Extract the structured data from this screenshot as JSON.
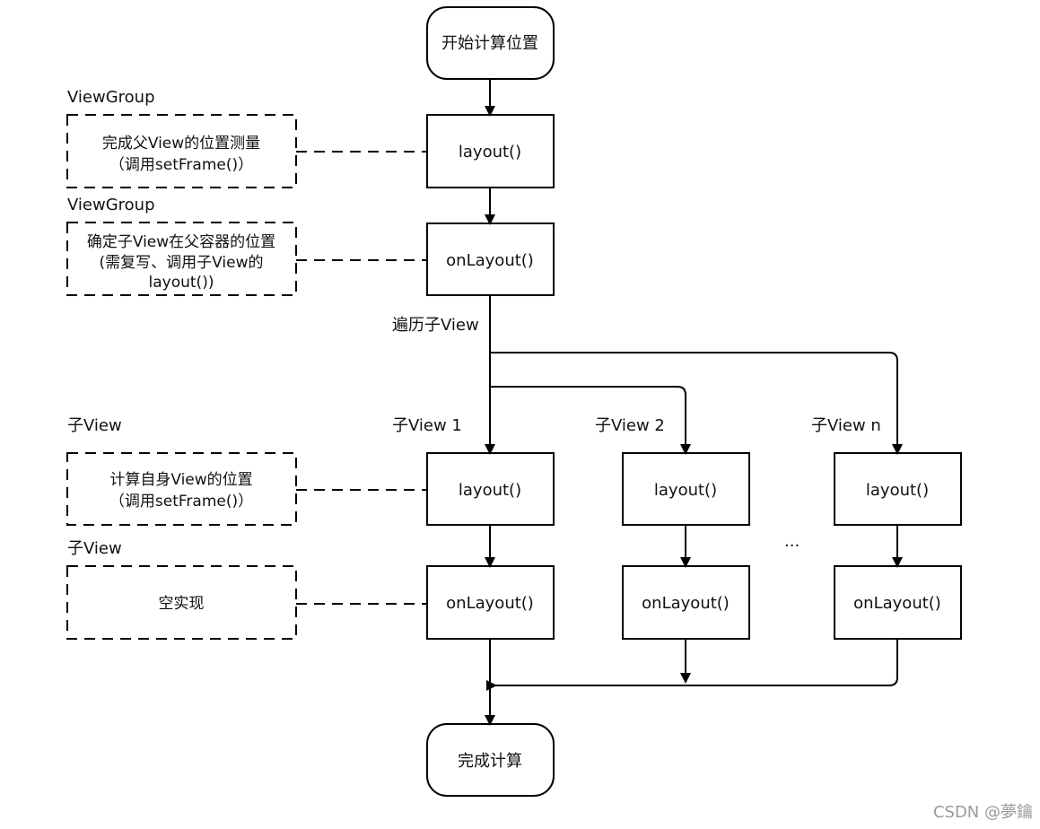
{
  "nodes": {
    "start": "开始计算位置",
    "parent_layout": "layout()",
    "parent_onlayout": "onLayout()",
    "child1_layout": "layout()",
    "child1_onlayout": "onLayout()",
    "child2_layout": "layout()",
    "child2_onlayout": "onLayout()",
    "childn_layout": "layout()",
    "childn_onlayout": "onLayout()",
    "end": "完成计算"
  },
  "labels": {
    "viewgroup_1": "ViewGroup",
    "viewgroup_2": "ViewGroup",
    "iterate": "遍历子View",
    "child_view_1": "子View",
    "child_view_2": "子View",
    "child1_title": "子View 1",
    "child2_title": "子View 2",
    "childn_title": "子View n",
    "ellipsis": "..."
  },
  "notes": {
    "parent_layout": [
      "完成父View的位置测量",
      "（调用setFrame()）"
    ],
    "parent_onlayout": [
      "确定子View在父容器的位置",
      "(需复写、调用子View的",
      "layout())"
    ],
    "child_layout": [
      "计算自身View的位置",
      "（调用setFrame()）"
    ],
    "child_onlayout": [
      "空实现"
    ]
  },
  "watermark": "CSDN @夢鑰"
}
